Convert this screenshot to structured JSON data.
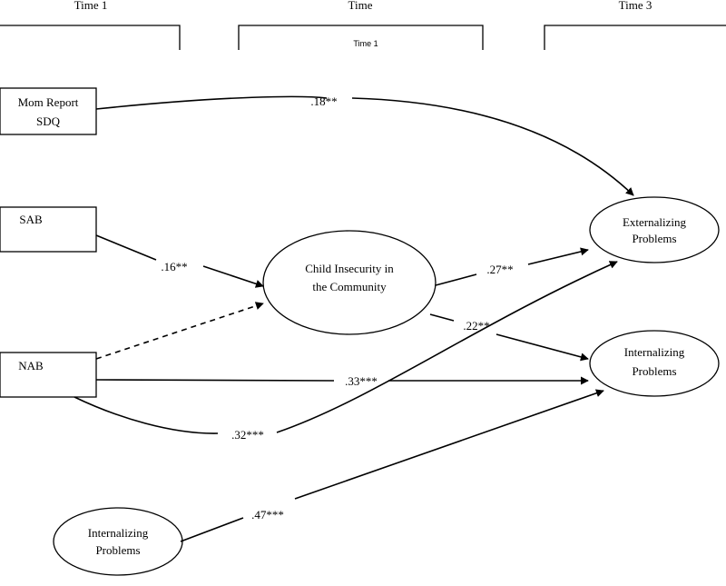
{
  "header": {
    "time_left": "Time 1",
    "time_mid": "Time",
    "time_mid_sub": "Time 1",
    "time_right": "Time 3"
  },
  "nodes": {
    "mom_report_line1": "Mom Report",
    "mom_report_line2": "SDQ",
    "sab": "SAB",
    "nab": "NAB",
    "child_insecurity_line1": "Child Insecurity in",
    "child_insecurity_line2": "the Community",
    "ext_problems_line1": "Externalizing",
    "ext_problems_line2": "Problems",
    "int_problems_line1": "Internalizing",
    "int_problems_line2": "Problems",
    "int_t1_line1": "Internalizing",
    "int_t1_line2": "Problems"
  },
  "paths": {
    "mom_to_ext": ".18**",
    "sab_to_insecurity": ".16**",
    "insecurity_to_ext": ".27**",
    "insecurity_to_int": ".22**",
    "nab_to_int": ".33***",
    "nab_to_ext": ".32***",
    "int_t1_to_int": ".47***"
  }
}
